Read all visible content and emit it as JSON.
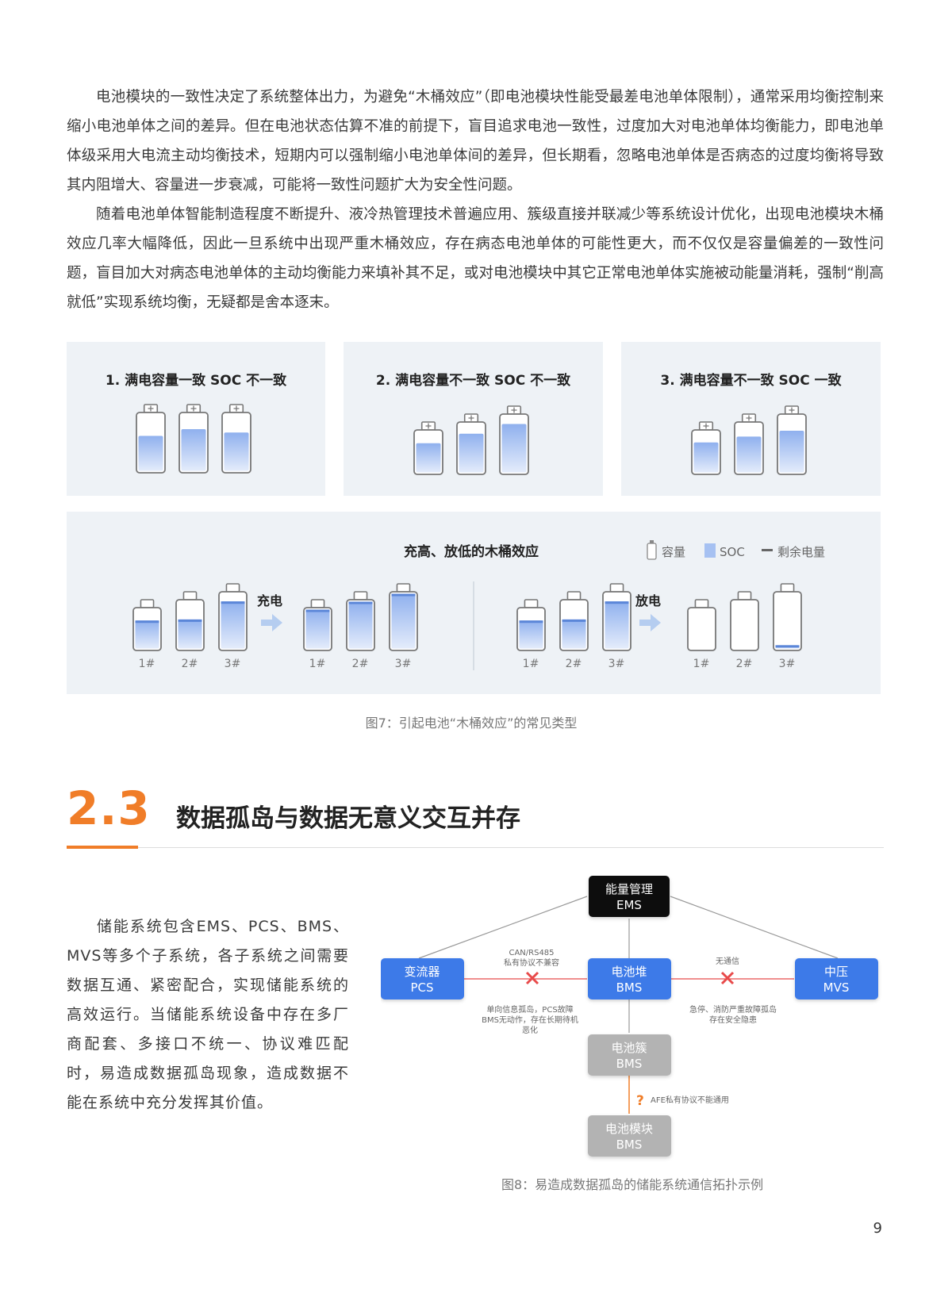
{
  "paragraphs": {
    "p1": "电池模块的一致性决定了系统整体出力，为避免“木桶效应”（即电池模块性能受最差电池单体限制），通常采用均衡控制来缩小电池单体之间的差异。但在电池状态估算不准的前提下，盲目追求电池一致性，过度加大对电池单体均衡能力，即电池单体级采用大电流主动均衡技术，短期内可以强制缩小电池单体间的差异，但长期看，忽略电池单体是否病态的过度均衡将导致其内阻增大、容量进一步衰减，可能将一致性问题扩大为安全性问题。",
    "p2": "随着电池单体智能制造程度不断提升、液冷热管理技术普遍应用、簇级直接并联减少等系统设计优化，出现电池模块木桶效应几率大幅降低，因此一旦系统中出现严重木桶效应，存在病态电池单体的可能性更大，而不仅仅是容量偏差的一致性问题，盲目加大对病态电池单体的主动均衡能力来填补其不足，或对电池模块中其它正常电池单体实施被动能量消耗，强制“削高就低”实现系统均衡，无疑都是舍本逐末。"
  },
  "figure7": {
    "panels": [
      {
        "title": "1. 满电容量一致 SOC 不一致"
      },
      {
        "title": "2. 满电容量不一致 SOC 不一致"
      },
      {
        "title": "3. 满电容量不一致 SOC 一致"
      }
    ],
    "bottom_title": "充高、放低的木桶效应",
    "legend": {
      "capacity": "容量",
      "soc": "SOC",
      "remaining": "剩余电量"
    },
    "charge_label": "充电",
    "discharge_label": "放电",
    "cell_labels": [
      "1#",
      "2#",
      "3#"
    ],
    "caption": "图7：引起电池“木桶效应”的常见类型",
    "colors": {
      "panel_bg": "#eef2f6",
      "fill_top": "#b8cdf5",
      "fill_bottom": "#8fb0ee",
      "arrow": "#b5cdf0"
    }
  },
  "section": {
    "number": "2.3",
    "title": "数据孤岛与数据无意义交互并存",
    "accent": "#f07d28"
  },
  "side_text": "储能系统包含EMS、PCS、BMS、MVS等多个子系统，各子系统之间需要数据互通、紧密配合，实现储能系统的高效运行。当储能系统设备中存在多厂商配套、多接口不统一、协议难匹配时，易造成数据孤岛现象，造成数据不能在系统中充分发挥其价值。",
  "figure8": {
    "ems": {
      "line1": "能量管理",
      "line2": "EMS"
    },
    "pcs": {
      "line1": "变流器",
      "line2": "PCS"
    },
    "bms_stack": {
      "line1": "电池堆",
      "line2": "BMS"
    },
    "mvs": {
      "line1": "中压",
      "line2": "MVS"
    },
    "bms_cluster": {
      "line1": "电池簇",
      "line2": "BMS"
    },
    "bms_module": {
      "line1": "电池模块",
      "line2": "BMS"
    },
    "note_can": {
      "line1": "CAN/RS485",
      "line2": "私有协议不兼容"
    },
    "note_pcs": {
      "line1": "单向信息孤岛，PCS故障",
      "line2": "BMS无动作，存在长期待机",
      "line3": "恶化"
    },
    "note_no_comm": "无通信",
    "note_mvs": {
      "line1": "急停、消防严重故障孤岛",
      "line2": "存在安全隐患"
    },
    "note_afe": "AFE私有协议不能通用",
    "question_mark": "?",
    "caption": "图8：易造成数据孤岛的储能系统通信拓扑示例",
    "colors": {
      "blue": "#3d7ae8",
      "black": "#111111",
      "gray": "#b3b3b3",
      "red": "#e84a4a",
      "orange": "#f07d28"
    }
  },
  "page_number": "9"
}
